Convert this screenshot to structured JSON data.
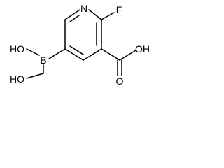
{
  "molecule": {
    "atoms": {
      "n": "N",
      "f": "F",
      "b": "B",
      "oh_top_right": "OH",
      "o_double": "O",
      "ho_upper_left": "HO",
      "ho_lower_left": "HO"
    }
  }
}
